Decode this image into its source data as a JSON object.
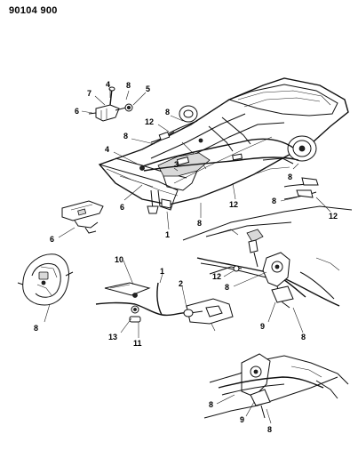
{
  "header": {
    "doc_code": "90104 900"
  },
  "callouts": {
    "c7": "7",
    "c4a": "4",
    "c8a": "8",
    "c5": "5",
    "c6a": "6",
    "c8b": "8",
    "c12a": "12",
    "c8c": "8",
    "c4b": "4",
    "c3": "3",
    "c6b": "6",
    "c1a": "1",
    "c8d": "8",
    "c12b": "12",
    "c8e": "8",
    "c8f": "8",
    "c12c": "12",
    "c6c": "6",
    "c10": "10",
    "c1b": "1",
    "c2": "2",
    "c8g": "8",
    "c13": "13",
    "c11": "11",
    "c12d": "12",
    "c8h": "8",
    "c9a": "9",
    "c8i": "8",
    "c8j": "8",
    "c9b": "9",
    "c8k": "8"
  }
}
